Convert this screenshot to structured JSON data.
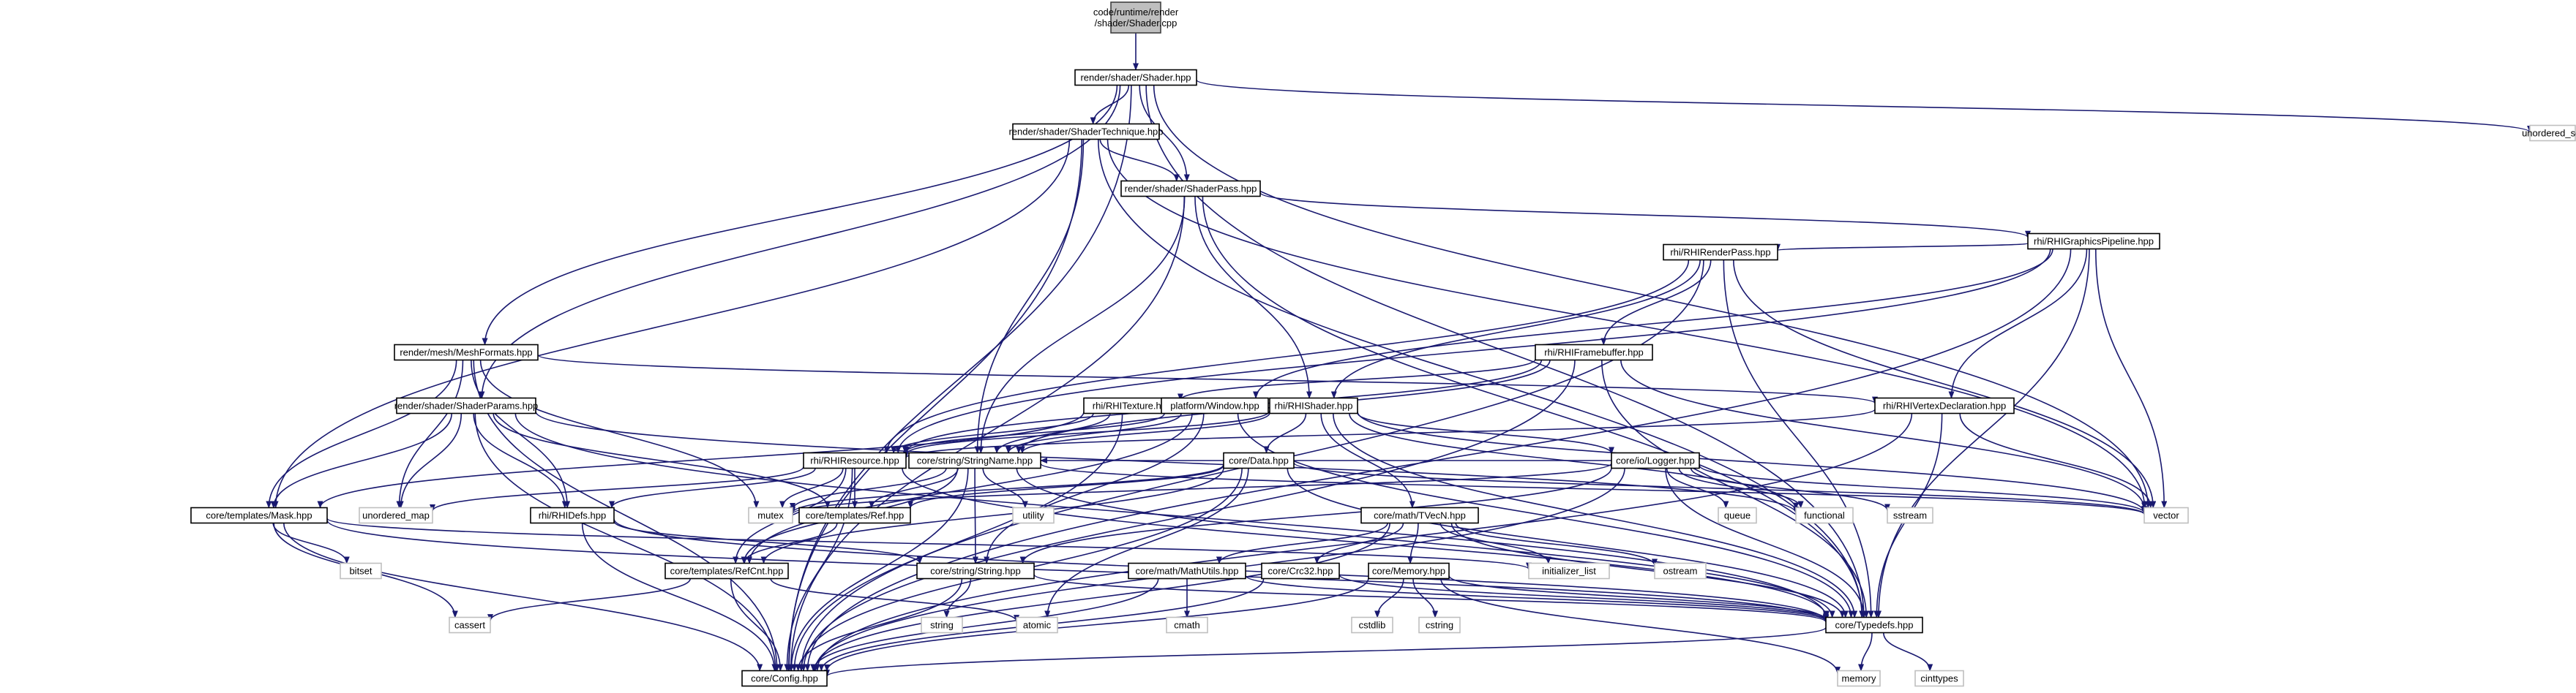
{
  "diagram": {
    "nodes": [
      {
        "id": "root",
        "lines": [
          "code/runtime/render",
          "/shader/Shader.cpp"
        ],
        "kind": "root"
      },
      {
        "id": "shader_hpp",
        "lines": [
          "render/shader/Shader.hpp"
        ],
        "kind": "file"
      },
      {
        "id": "technique",
        "lines": [
          "render/shader/ShaderTechnique.hpp"
        ],
        "kind": "file"
      },
      {
        "id": "pass",
        "lines": [
          "render/shader/ShaderPass.hpp"
        ],
        "kind": "file"
      },
      {
        "id": "params",
        "lines": [
          "render/shader/ShaderParams.hpp"
        ],
        "kind": "file"
      },
      {
        "id": "meshformats",
        "lines": [
          "render/mesh/MeshFormats.hpp"
        ],
        "kind": "file"
      },
      {
        "id": "pipeline",
        "lines": [
          "rhi/RHIGraphicsPipeline.hpp"
        ],
        "kind": "file"
      },
      {
        "id": "renderpass",
        "lines": [
          "rhi/RHIRenderPass.hpp"
        ],
        "kind": "file"
      },
      {
        "id": "framebuffer",
        "lines": [
          "rhi/RHIFramebuffer.hpp"
        ],
        "kind": "file"
      },
      {
        "id": "texture",
        "lines": [
          "rhi/RHITexture.hpp"
        ],
        "kind": "file"
      },
      {
        "id": "window",
        "lines": [
          "platform/Window.hpp"
        ],
        "kind": "file"
      },
      {
        "id": "rhishader",
        "lines": [
          "rhi/RHIShader.hpp"
        ],
        "kind": "file"
      },
      {
        "id": "vertexdecl",
        "lines": [
          "rhi/RHIVertexDeclaration.hpp"
        ],
        "kind": "file"
      },
      {
        "id": "resource",
        "lines": [
          "rhi/RHIResource.hpp"
        ],
        "kind": "file"
      },
      {
        "id": "stringname",
        "lines": [
          "core/string/StringName.hpp"
        ],
        "kind": "file"
      },
      {
        "id": "data",
        "lines": [
          "core/Data.hpp"
        ],
        "kind": "file"
      },
      {
        "id": "logger",
        "lines": [
          "core/io/Logger.hpp"
        ],
        "kind": "file"
      },
      {
        "id": "mask",
        "lines": [
          "core/templates/Mask.hpp"
        ],
        "kind": "file"
      },
      {
        "id": "rhidefs",
        "lines": [
          "rhi/RHIDefs.hpp"
        ],
        "kind": "file"
      },
      {
        "id": "ref",
        "lines": [
          "core/templates/Ref.hpp"
        ],
        "kind": "file"
      },
      {
        "id": "tvecn",
        "lines": [
          "core/math/TVecN.hpp"
        ],
        "kind": "file"
      },
      {
        "id": "refcnt",
        "lines": [
          "core/templates/RefCnt.hpp"
        ],
        "kind": "file"
      },
      {
        "id": "string_hpp",
        "lines": [
          "core/string/String.hpp"
        ],
        "kind": "file"
      },
      {
        "id": "mathutils",
        "lines": [
          "core/math/MathUtils.hpp"
        ],
        "kind": "file"
      },
      {
        "id": "crc32",
        "lines": [
          "core/Crc32.hpp"
        ],
        "kind": "file"
      },
      {
        "id": "memory_hpp",
        "lines": [
          "core/Memory.hpp"
        ],
        "kind": "file"
      },
      {
        "id": "typedefs",
        "lines": [
          "core/Typedefs.hpp"
        ],
        "kind": "file"
      },
      {
        "id": "config",
        "lines": [
          "core/Config.hpp"
        ],
        "kind": "file"
      },
      {
        "id": "unordered_set",
        "lines": [
          "unordered_set"
        ],
        "kind": "sys"
      },
      {
        "id": "unordered_map",
        "lines": [
          "unordered_map"
        ],
        "kind": "sys"
      },
      {
        "id": "mutex",
        "lines": [
          "mutex"
        ],
        "kind": "sys"
      },
      {
        "id": "utility",
        "lines": [
          "utility"
        ],
        "kind": "sys"
      },
      {
        "id": "bitset",
        "lines": [
          "bitset"
        ],
        "kind": "sys"
      },
      {
        "id": "cassert",
        "lines": [
          "cassert"
        ],
        "kind": "sys"
      },
      {
        "id": "queue",
        "lines": [
          "queue"
        ],
        "kind": "sys"
      },
      {
        "id": "functional",
        "lines": [
          "functional"
        ],
        "kind": "sys"
      },
      {
        "id": "sstream",
        "lines": [
          "sstream"
        ],
        "kind": "sys"
      },
      {
        "id": "vector",
        "lines": [
          "vector"
        ],
        "kind": "sys"
      },
      {
        "id": "initializer_list",
        "lines": [
          "initializer_list"
        ],
        "kind": "sys"
      },
      {
        "id": "ostream",
        "lines": [
          "ostream"
        ],
        "kind": "sys"
      },
      {
        "id": "atomic",
        "lines": [
          "atomic"
        ],
        "kind": "sys"
      },
      {
        "id": "string_std",
        "lines": [
          "string"
        ],
        "kind": "sys"
      },
      {
        "id": "cmath",
        "lines": [
          "cmath"
        ],
        "kind": "sys"
      },
      {
        "id": "cstdlib",
        "lines": [
          "cstdlib"
        ],
        "kind": "sys"
      },
      {
        "id": "cstring",
        "lines": [
          "cstring"
        ],
        "kind": "sys"
      },
      {
        "id": "memory_std",
        "lines": [
          "memory"
        ],
        "kind": "sys"
      },
      {
        "id": "cinttypes",
        "lines": [
          "cinttypes"
        ],
        "kind": "sys"
      }
    ],
    "edges": [
      [
        "root",
        "shader_hpp"
      ],
      [
        "shader_hpp",
        "technique"
      ],
      [
        "shader_hpp",
        "pass"
      ],
      [
        "shader_hpp",
        "params"
      ],
      [
        "shader_hpp",
        "meshformats"
      ],
      [
        "shader_hpp",
        "config"
      ],
      [
        "shader_hpp",
        "typedefs"
      ],
      [
        "shader_hpp",
        "vector"
      ],
      [
        "shader_hpp",
        "unordered_set"
      ],
      [
        "technique",
        "pass"
      ],
      [
        "technique",
        "stringname"
      ],
      [
        "technique",
        "mask"
      ],
      [
        "technique",
        "config"
      ],
      [
        "technique",
        "typedefs"
      ],
      [
        "technique",
        "vector"
      ],
      [
        "pass",
        "pipeline"
      ],
      [
        "pass",
        "rhishader"
      ],
      [
        "pass",
        "stringname"
      ],
      [
        "pass",
        "config"
      ],
      [
        "pass",
        "typedefs"
      ],
      [
        "pipeline",
        "renderpass"
      ],
      [
        "pipeline",
        "window"
      ],
      [
        "pipeline",
        "vertexdecl"
      ],
      [
        "pipeline",
        "resource"
      ],
      [
        "pipeline",
        "vector"
      ],
      [
        "pipeline",
        "typedefs"
      ],
      [
        "pipeline",
        "config"
      ],
      [
        "renderpass",
        "framebuffer"
      ],
      [
        "renderpass",
        "rhishader"
      ],
      [
        "renderpass",
        "resource"
      ],
      [
        "renderpass",
        "config"
      ],
      [
        "renderpass",
        "vector"
      ],
      [
        "renderpass",
        "typedefs"
      ],
      [
        "framebuffer",
        "texture"
      ],
      [
        "framebuffer",
        "resource"
      ],
      [
        "framebuffer",
        "stringname"
      ],
      [
        "framebuffer",
        "vector"
      ],
      [
        "framebuffer",
        "typedefs"
      ],
      [
        "framebuffer",
        "config"
      ],
      [
        "meshformats",
        "vertexdecl"
      ],
      [
        "meshformats",
        "mask"
      ],
      [
        "meshformats",
        "rhidefs"
      ],
      [
        "meshformats",
        "unordered_map"
      ],
      [
        "meshformats",
        "mutex"
      ],
      [
        "meshformats",
        "config"
      ],
      [
        "params",
        "rhidefs"
      ],
      [
        "params",
        "ref"
      ],
      [
        "params",
        "mask"
      ],
      [
        "params",
        "unordered_map"
      ],
      [
        "params",
        "config"
      ],
      [
        "params",
        "typedefs"
      ],
      [
        "params",
        "functional"
      ],
      [
        "texture",
        "resource"
      ],
      [
        "texture",
        "stringname"
      ],
      [
        "texture",
        "mask"
      ],
      [
        "texture",
        "config"
      ],
      [
        "window",
        "resource"
      ],
      [
        "window",
        "stringname"
      ],
      [
        "window",
        "string_hpp"
      ],
      [
        "window",
        "refcnt"
      ],
      [
        "window",
        "typedefs"
      ],
      [
        "rhishader",
        "resource"
      ],
      [
        "rhishader",
        "stringname"
      ],
      [
        "rhishader",
        "data"
      ],
      [
        "rhishader",
        "logger"
      ],
      [
        "rhishader",
        "tvecn"
      ],
      [
        "rhishader",
        "vector"
      ],
      [
        "rhishader",
        "typedefs"
      ],
      [
        "rhishader",
        "functional"
      ],
      [
        "vertexdecl",
        "resource"
      ],
      [
        "vertexdecl",
        "vector"
      ],
      [
        "vertexdecl",
        "typedefs"
      ],
      [
        "vertexdecl",
        "config"
      ],
      [
        "resource",
        "rhidefs"
      ],
      [
        "resource",
        "ref"
      ],
      [
        "resource",
        "refcnt"
      ],
      [
        "resource",
        "unordered_map"
      ],
      [
        "resource",
        "mutex"
      ],
      [
        "resource",
        "typedefs"
      ],
      [
        "resource",
        "config"
      ],
      [
        "stringname",
        "string_hpp"
      ],
      [
        "stringname",
        "ref"
      ],
      [
        "stringname",
        "refcnt"
      ],
      [
        "stringname",
        "mutex"
      ],
      [
        "stringname",
        "utility"
      ],
      [
        "stringname",
        "typedefs"
      ],
      [
        "stringname",
        "config"
      ],
      [
        "stringname",
        "vector"
      ],
      [
        "data",
        "ref"
      ],
      [
        "data",
        "refcnt"
      ],
      [
        "data",
        "mutex"
      ],
      [
        "data",
        "atomic"
      ],
      [
        "data",
        "typedefs"
      ],
      [
        "data",
        "config"
      ],
      [
        "data",
        "vector"
      ],
      [
        "logger",
        "string_hpp"
      ],
      [
        "logger",
        "stringname"
      ],
      [
        "logger",
        "queue"
      ],
      [
        "logger",
        "functional"
      ],
      [
        "logger",
        "sstream"
      ],
      [
        "logger",
        "vector"
      ],
      [
        "logger",
        "mutex"
      ],
      [
        "logger",
        "typedefs"
      ],
      [
        "logger",
        "config"
      ],
      [
        "mask",
        "bitset"
      ],
      [
        "mask",
        "cassert"
      ],
      [
        "mask",
        "initializer_list"
      ],
      [
        "mask",
        "typedefs"
      ],
      [
        "mask",
        "config"
      ],
      [
        "rhidefs",
        "string_hpp"
      ],
      [
        "rhidefs",
        "typedefs"
      ],
      [
        "rhidefs",
        "config"
      ],
      [
        "ref",
        "refcnt"
      ],
      [
        "tvecn",
        "mathutils"
      ],
      [
        "tvecn",
        "crc32"
      ],
      [
        "tvecn",
        "memory_hpp"
      ],
      [
        "tvecn",
        "initializer_list"
      ],
      [
        "tvecn",
        "ostream"
      ],
      [
        "tvecn",
        "typedefs"
      ],
      [
        "tvecn",
        "config"
      ],
      [
        "refcnt",
        "atomic"
      ],
      [
        "refcnt",
        "cassert"
      ],
      [
        "refcnt",
        "config"
      ],
      [
        "string_hpp",
        "string_std"
      ],
      [
        "string_hpp",
        "typedefs"
      ],
      [
        "string_hpp",
        "config"
      ],
      [
        "mathutils",
        "cmath"
      ],
      [
        "mathutils",
        "typedefs"
      ],
      [
        "mathutils",
        "config"
      ],
      [
        "crc32",
        "typedefs"
      ],
      [
        "crc32",
        "config"
      ],
      [
        "memory_hpp",
        "cstdlib"
      ],
      [
        "memory_hpp",
        "cstring"
      ],
      [
        "memory_hpp",
        "memory_std"
      ],
      [
        "memory_hpp",
        "typedefs"
      ],
      [
        "memory_hpp",
        "config"
      ],
      [
        "typedefs",
        "config"
      ],
      [
        "typedefs",
        "memory_std"
      ],
      [
        "typedefs",
        "cinttypes"
      ]
    ]
  }
}
